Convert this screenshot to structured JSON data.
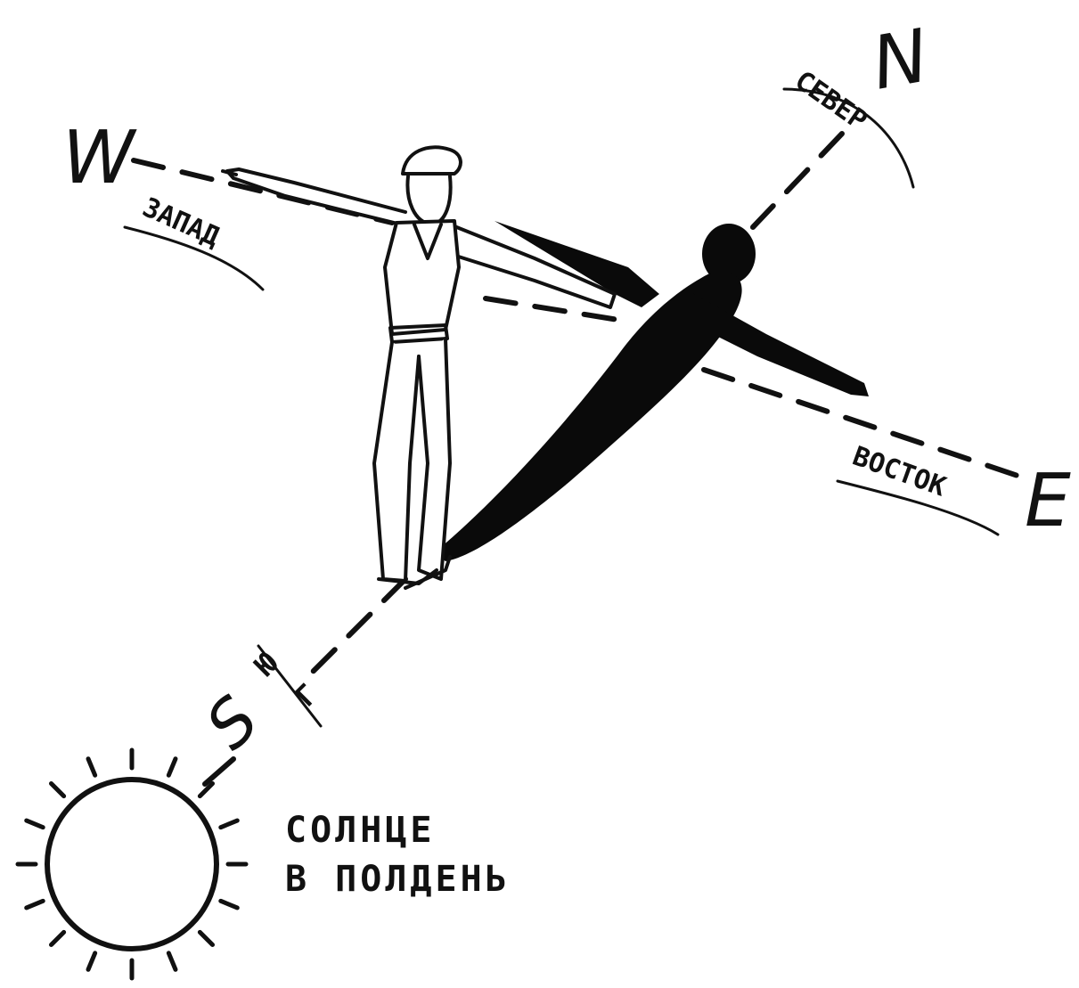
{
  "directions": {
    "north": {
      "letter": "N",
      "label": "СЕВЕР"
    },
    "west": {
      "letter": "W",
      "label": "ЗАПАД"
    },
    "east": {
      "letter": "E",
      "label": "ВОСТОК"
    },
    "south": {
      "letter": "S",
      "label_top": "Ю",
      "label_bottom": "Г"
    }
  },
  "sun": {
    "line1": "СОЛНЦЕ",
    "line2": "В ПОЛДЕНЬ"
  },
  "colors": {
    "ink": "#111111",
    "paper": "#ffffff"
  }
}
